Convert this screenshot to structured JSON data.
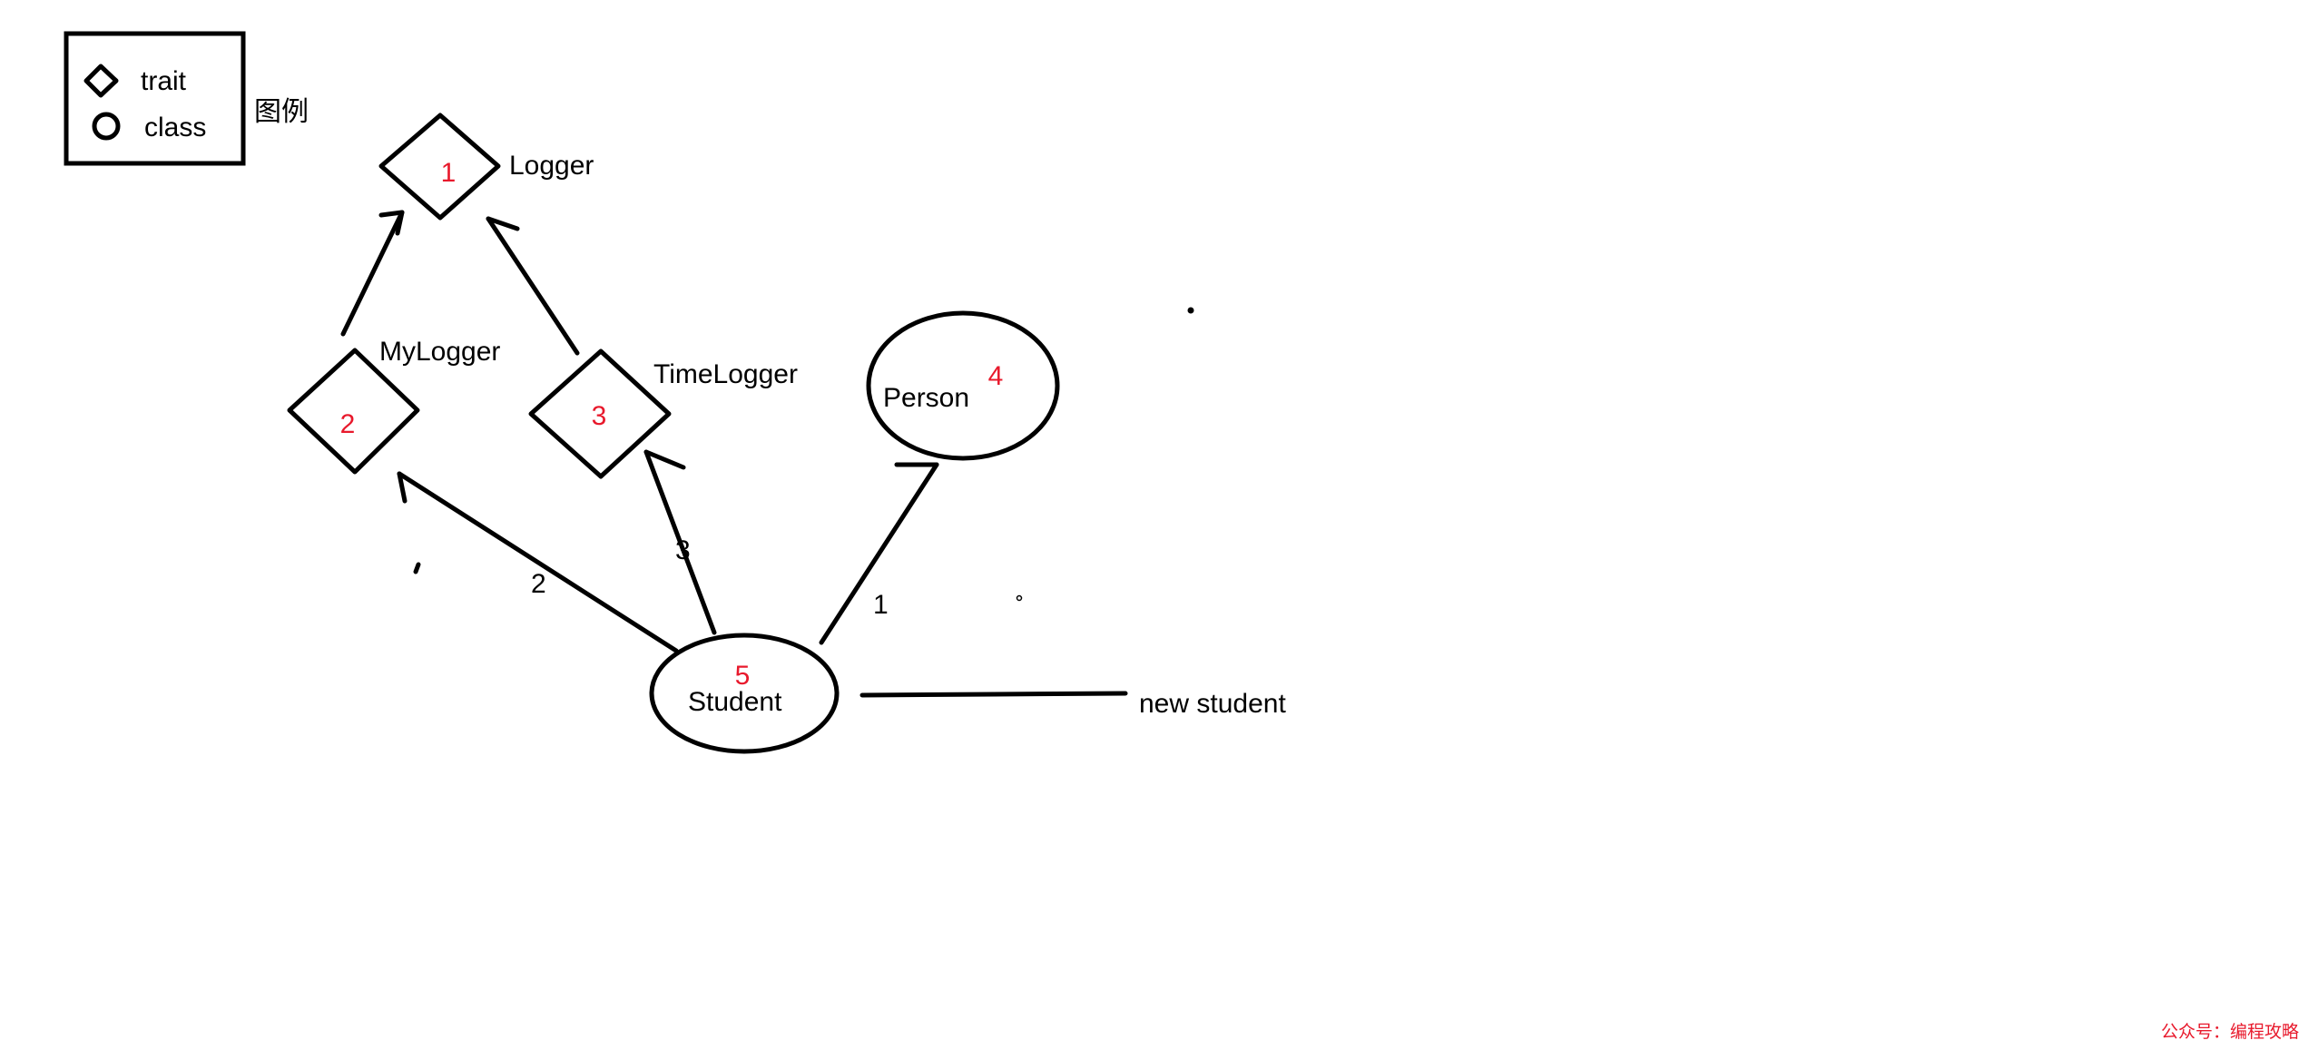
{
  "legend": {
    "trait_label": "trait",
    "class_label": "class",
    "caption": "图例"
  },
  "nodes": {
    "logger": {
      "name": "Logger",
      "order": "1",
      "kind": "trait"
    },
    "mylogger": {
      "name": "MyLogger",
      "order": "2",
      "kind": "trait"
    },
    "timelogger": {
      "name": "TimeLogger",
      "order": "3",
      "kind": "trait"
    },
    "person": {
      "name": "Person",
      "order": "4",
      "kind": "class"
    },
    "student": {
      "name": "Student",
      "order": "5",
      "kind": "class"
    }
  },
  "edges": {
    "student_person": "1",
    "student_mylogger": "2",
    "student_timelogger": "3"
  },
  "annotation": "new student",
  "watermark": "公众号：编程攻略",
  "colors": {
    "ink": "#000000",
    "order_numbers": "#e8192c"
  }
}
